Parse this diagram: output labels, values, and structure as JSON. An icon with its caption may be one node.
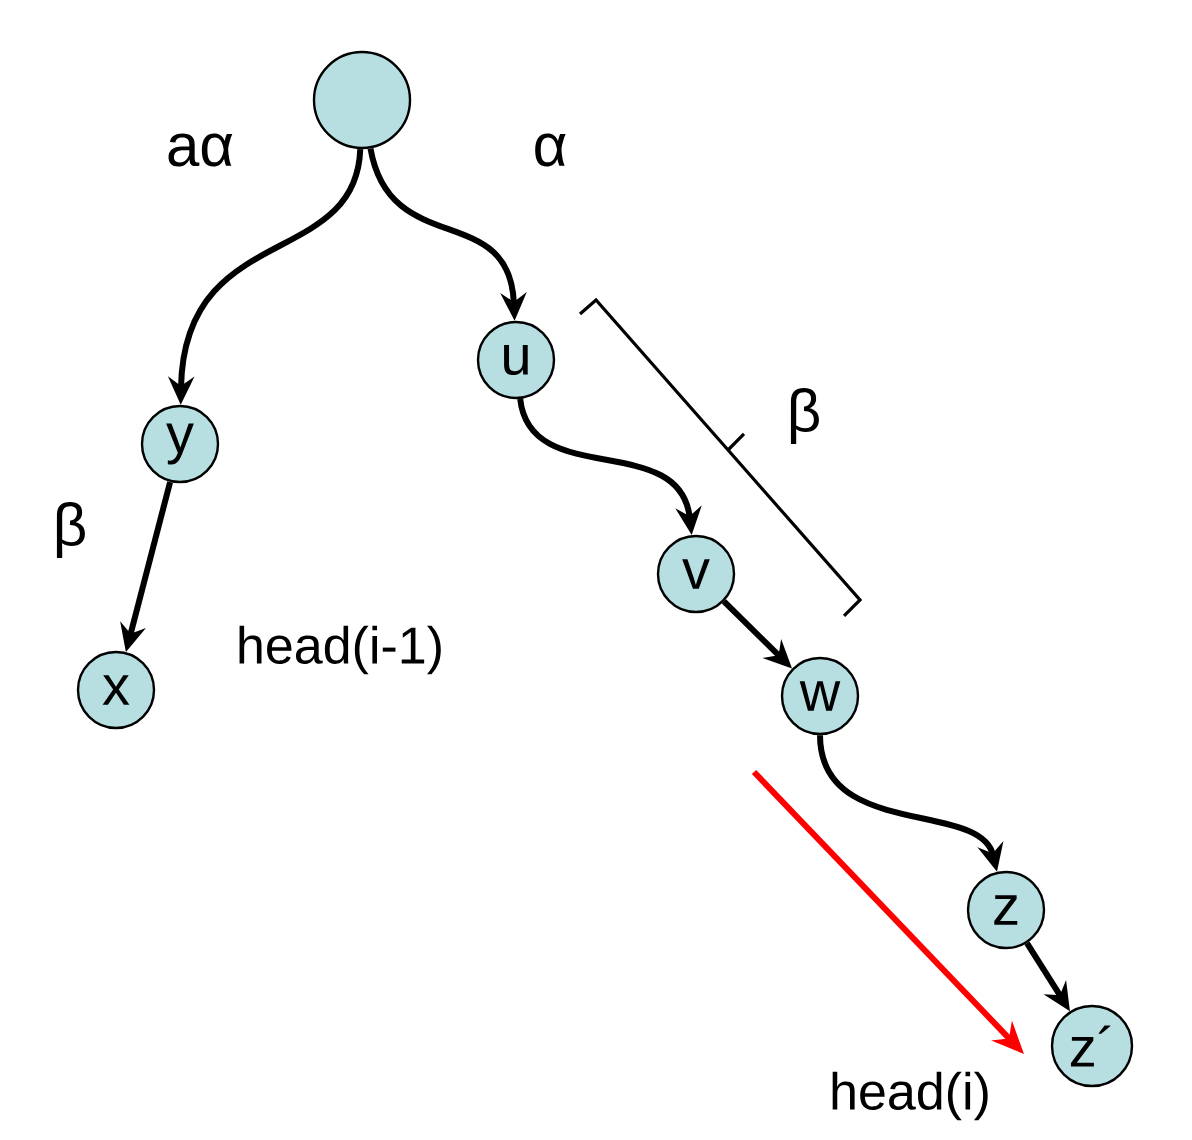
{
  "diagram": {
    "nodes": [
      {
        "text": [],
        "shape": "circle"
      },
      {
        "text": [
          "y"
        ]
      },
      {
        "text": [
          "x"
        ],
        "beside": [
          "head(i-1)"
        ]
      },
      {
        "text": [
          "u"
        ]
      },
      {
        "text": [
          "v"
        ]
      },
      {
        "text": [
          "w"
        ]
      },
      {
        "text": [
          "z"
        ]
      },
      {
        "text": [
          "z´"
        ]
      }
    ],
    "edges": [
      {
        "from": 0,
        "to": 1,
        "arrow": "to",
        "label": "aα"
      },
      {
        "from": 0,
        "to": 3,
        "arrow": "to",
        "label": "α"
      },
      {
        "from": 1,
        "to": 2,
        "arrow": "to",
        "label": "β"
      },
      {
        "from": 3,
        "to": 4,
        "arrow": "to"
      },
      {
        "from": 4,
        "to": 5,
        "arrow": "to"
      },
      {
        "from": 5,
        "to": 6,
        "arrow": "to"
      },
      {
        "from": 6,
        "to": 7,
        "arrow": "to"
      }
    ],
    "labels": [
      "β",
      "head(i)"
    ]
  }
}
